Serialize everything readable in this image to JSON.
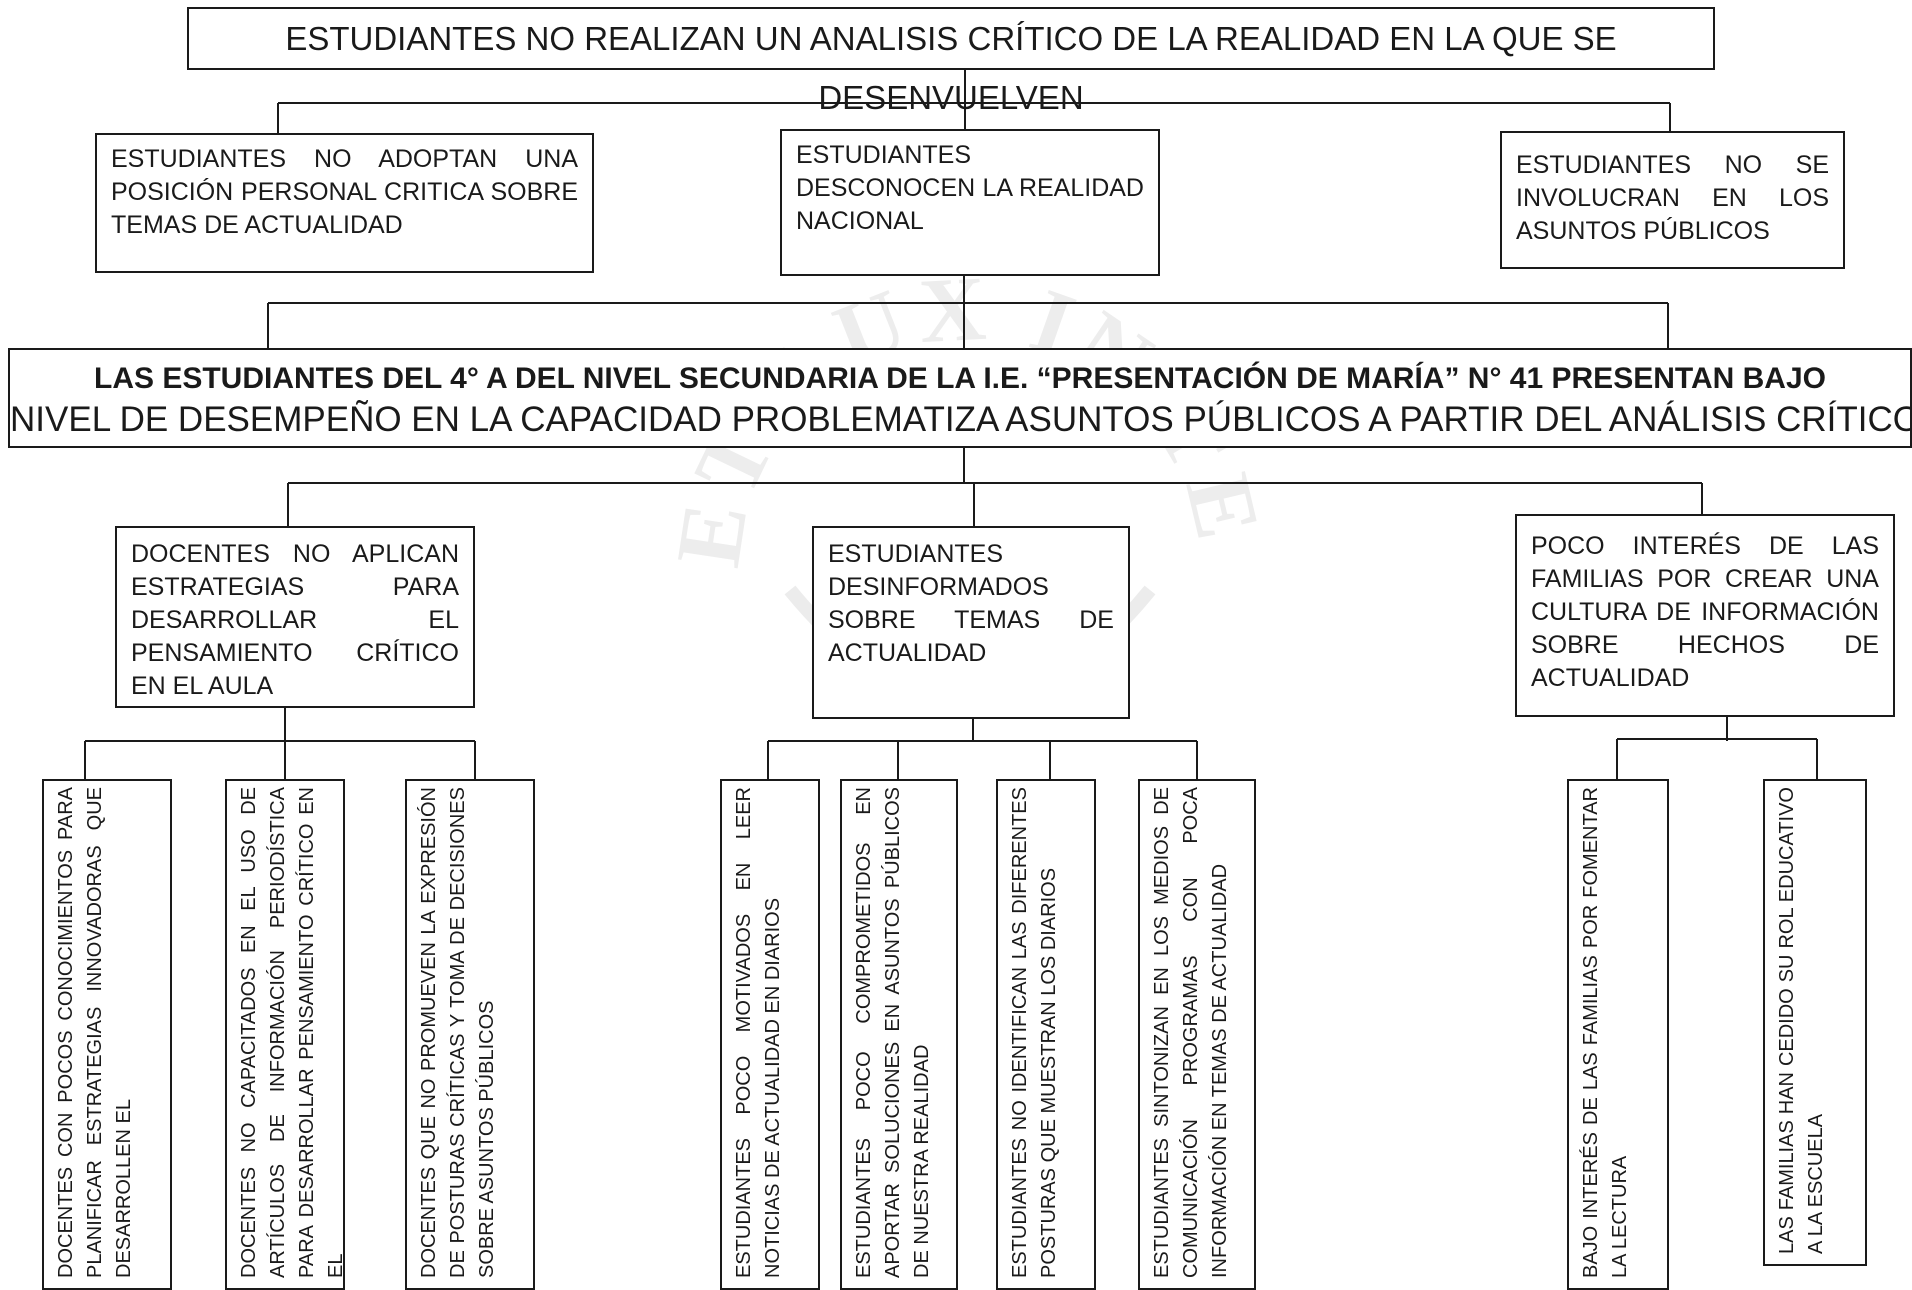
{
  "diagram": {
    "effect_top": "ESTUDIANTES NO REALIZAN UN ANALISIS CRÍTICO DE LA REALIDAD EN LA QUE SE DESENVUELVEN",
    "effects": [
      "ESTUDIANTES NO ADOPTAN UNA POSICIÓN PERSONAL CRITICA SOBRE TEMAS DE ACTUALIDAD",
      "ESTUDIANTES DESCONOCEN LA REALIDAD NACIONAL",
      "ESTUDIANTES NO SE INVOLUCRAN EN LOS ASUNTOS PÚBLICOS"
    ],
    "problem_bold": "LAS ESTUDIANTES DEL 4° A DEL NIVEL SECUNDARIA DE LA I.E. “PRESENTACIÓN DE MARÍA” N° 41 PRESENTAN BAJO",
    "problem_rest": "NIVEL DE DESEMPEÑO EN LA CAPACIDAD PROBLEMATIZA ASUNTOS PÚBLICOS A PARTIR DEL ANÁLISIS CRÍTICO",
    "causes": [
      "DOCENTES NO APLICAN ESTRATEGIAS PARA DESARROLLAR EL PENSAMIENTO CRÍTICO EN EL AULA",
      "ESTUDIANTES DESINFORMADOS SOBRE TEMAS DE ACTUALIDAD",
      "POCO INTERÉS DE LAS FAMILIAS POR CREAR UNA CULTURA DE INFORMACIÓN SOBRE HECHOS DE ACTUALIDAD"
    ],
    "subcauses": [
      "DOCENTES CON POCOS CONOCIMIENTOS PARA PLANIFICAR ESTRATEGIAS INNOVADORAS QUE DESARROLLEN EL",
      "DOCENTES NO CAPACITADOS EN EL USO DE ARTÍCULOS DE INFORMACIÓN PERIODÍSTICA PARA DESARROLLAR PENSAMIENTO CRÍTICO EN EL",
      "DOCENTES QUE NO PROMUEVEN LA EXPRESIÓN DE POSTURAS CRÍTICAS Y TOMA DE DECISIONES SOBRE ASUNTOS PÚBLICOS",
      "ESTUDIANTES POCO MOTIVADOS EN LEER NOTICIAS DE ACTUALIDAD EN DIARIOS",
      "ESTUDIANTES POCO COMPROMETIDOS EN APORTAR SOLUCIONES EN ASUNTOS PÚBLICOS DE NUESTRA REALIDAD",
      "ESTUDIANTES NO IDENTIFICAN LAS DIFERENTES POSTURAS QUE MUESTRAN LOS DIARIOS",
      "ESTUDIANTES SINTONIZAN EN LOS MEDIOS DE COMUNICACIÓN PROGRAMAS CON POCA INFORMACIÓN EN TEMAS DE ACTUALIDAD",
      "BAJO INTERÉS DE LAS FAMILIAS POR FOMENTAR LA LECTURA",
      "LAS FAMILIAS HAN CEDIDO SU ROL EDUCATIVO A LA ESCUELA"
    ],
    "watermark_text": "ET LUX IN TENEBRIS LUCET"
  }
}
